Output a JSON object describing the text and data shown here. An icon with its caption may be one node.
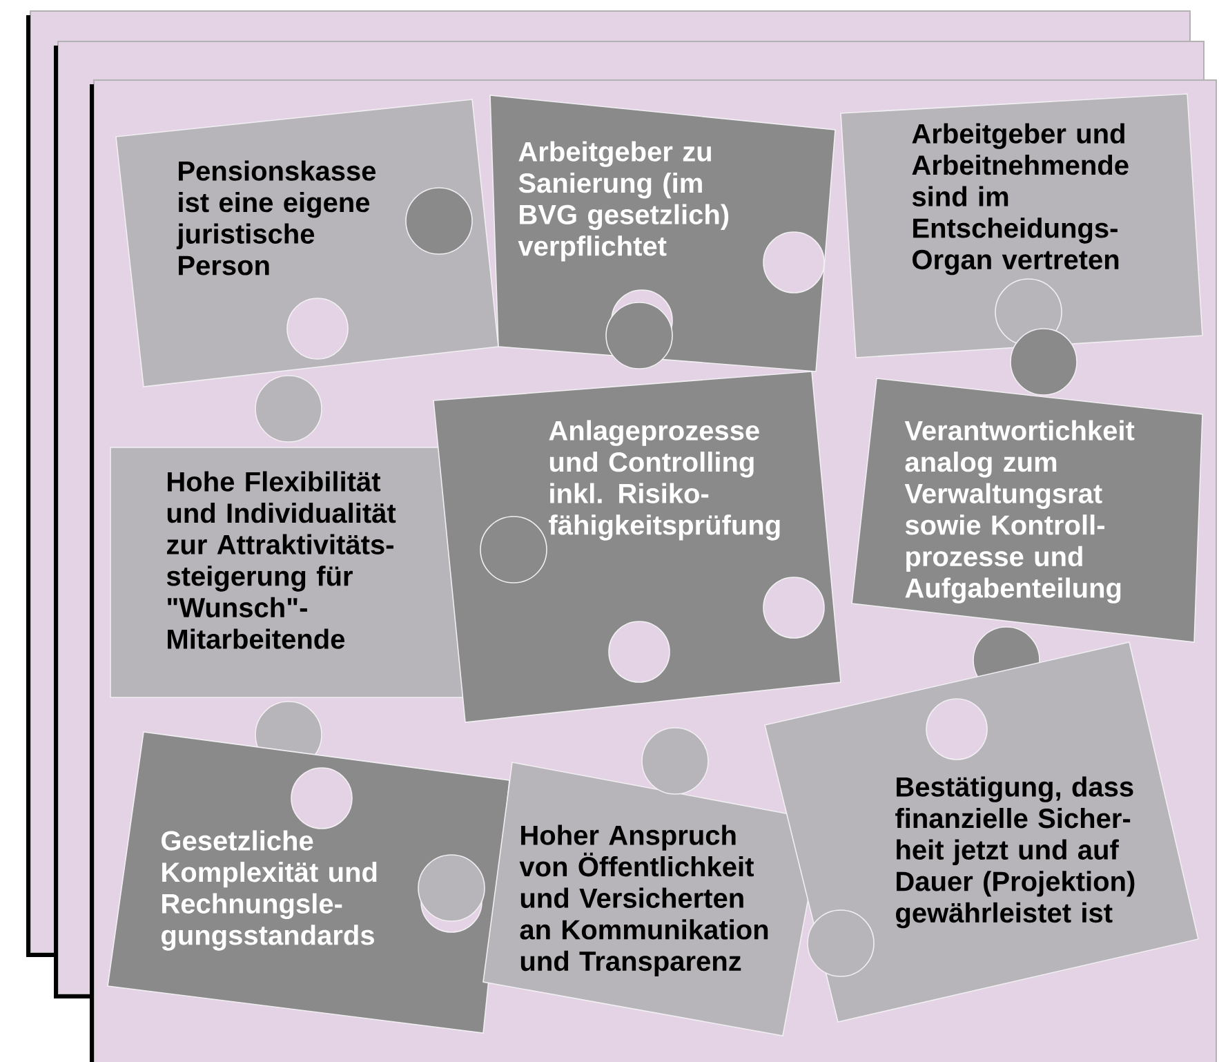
{
  "diagram": {
    "nodes": [
      {
        "text": [
          "Pensionskasse ist eine eigene juristische Person"
        ]
      },
      {
        "text": [
          "Arbeitgeber zu Sanierung (im BVG gesetzlich) verpflichtet"
        ]
      },
      {
        "text": [
          "Arbeitgeber und Arbeitnehmende sind im Entscheidungs- Organ vertreten"
        ]
      },
      {
        "text": [
          "Hohe Flexibilität und Individualität zur Attraktivitäts- steigerung für \"Wunsch\"- Mitarbeitende"
        ]
      },
      {
        "text": [
          "Anlageprozesse und Controlling inkl. Risiko- fähigkeitsprüfung"
        ]
      },
      {
        "text": [
          "Verantwortichkeit analog zum Verwaltungsrat sowie Kontroll- prozesse und Aufgabenteilung"
        ]
      },
      {
        "text": [
          "Gesetzliche Komplexität und Rechnungsle- gungsstandards"
        ]
      },
      {
        "text": [
          "Hoher Anspruch von Öffentlichkeit und Versicherten an Kommunikation und Transparenz"
        ]
      },
      {
        "text": [
          "Bestätigung, dass finanzielle Sicher- heit jetzt und auf Dauer (Projektion) gewährleistet ist"
        ]
      }
    ]
  }
}
